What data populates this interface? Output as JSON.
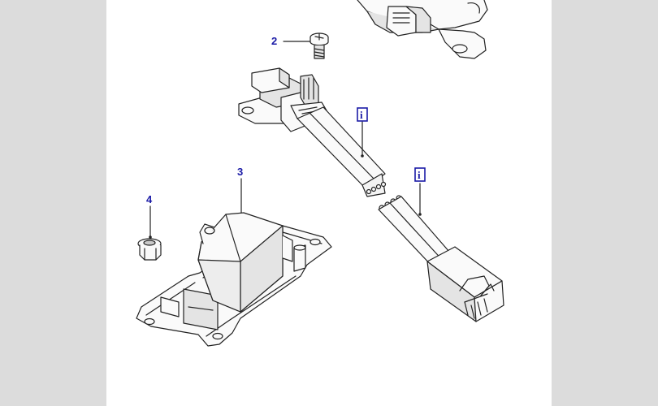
{
  "diagram": {
    "callouts": [
      {
        "id": "callout-2",
        "label": "2"
      },
      {
        "id": "callout-3",
        "label": "3"
      },
      {
        "id": "callout-4",
        "label": "4"
      }
    ],
    "info_markers": [
      {
        "id": "info-marker-upper",
        "label": "i"
      },
      {
        "id": "info-marker-lower",
        "label": "i"
      }
    ],
    "colors": {
      "callout_text": "#1a1aa6",
      "page_margin": "#dcdcdc",
      "sheet": "#ffffff",
      "line": "#222222"
    }
  }
}
